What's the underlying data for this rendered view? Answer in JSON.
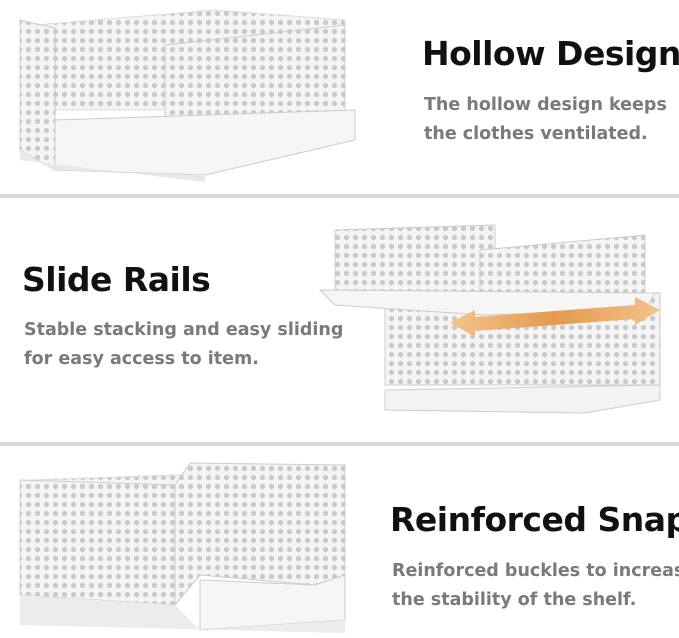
{
  "sections": [
    {
      "title": "Hollow Design",
      "lines": [
        "The hollow design keeps",
        "the clothes ventilated."
      ]
    },
    {
      "title": "Slide Rails",
      "lines": [
        "Stable stacking and easy sliding",
        "for easy access to item."
      ]
    },
    {
      "title": "Reinforced Snap",
      "lines": [
        "Reinforced buckles to increase",
        "the stability of the shelf."
      ]
    }
  ],
  "colors": {
    "divider": "#d9d9d9",
    "arrow": "#e8a45a",
    "title": "#111111",
    "text": "#7a7a7a"
  }
}
